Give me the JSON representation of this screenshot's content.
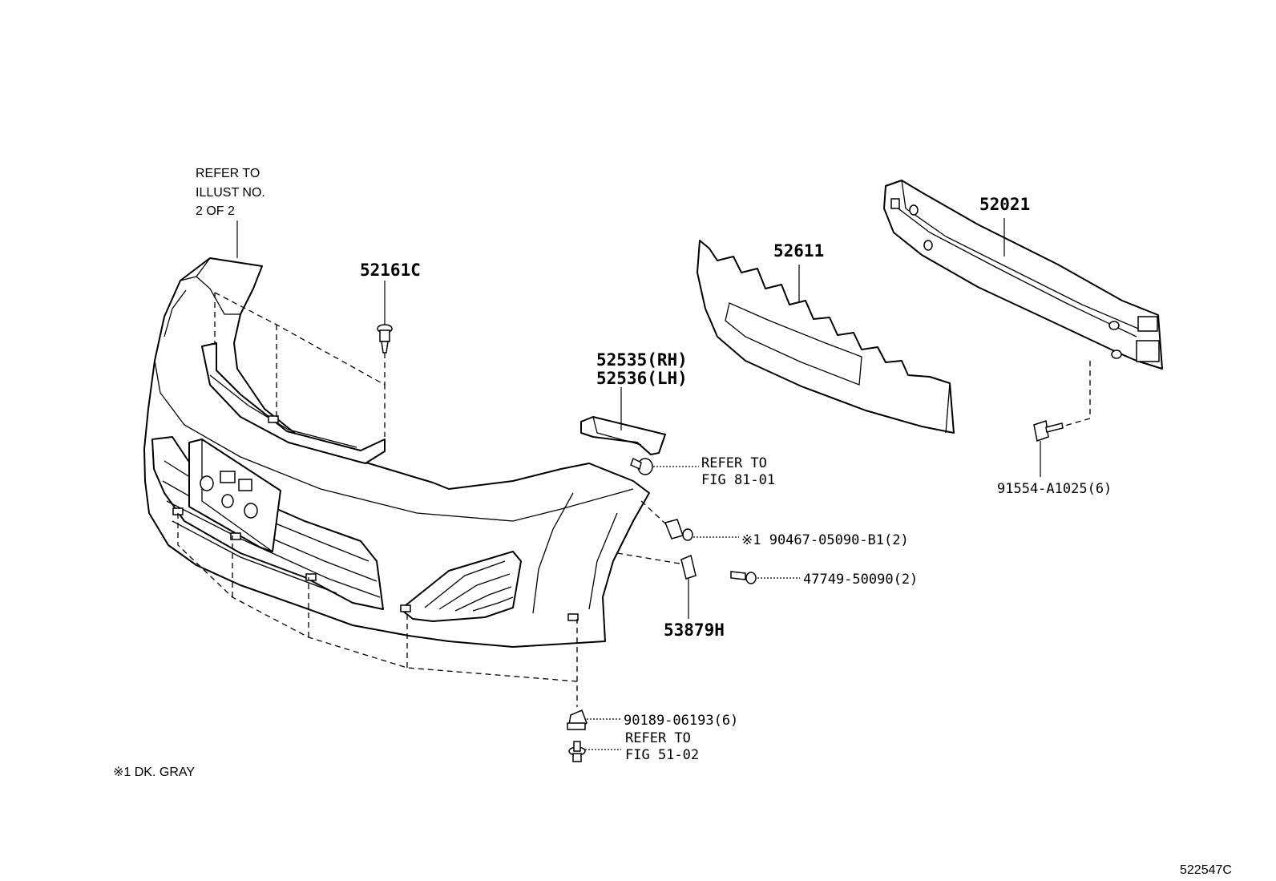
{
  "labels": {
    "refer_illust": [
      "REFER TO",
      "ILLUST NO.",
      "2 OF 2"
    ],
    "part_52161c": "52161C",
    "part_52611": "52611",
    "part_52021": "52021",
    "part_52535": "52535(RH)",
    "part_52536": "52536(LH)",
    "refer_fig_81": [
      "REFER TO",
      "FIG 81-01"
    ],
    "part_91554": "91554-A1025(6)",
    "part_90467": "※1 90467-05090-B1(2)",
    "part_47749": "47749-50090(2)",
    "part_53879h": "53879H",
    "part_90189": "90189-06193(6)",
    "refer_fig_51": [
      "REFER TO",
      "FIG 51-02"
    ],
    "footnote": "※1  DK. GRAY",
    "diagram_code": "522547C"
  },
  "colors": {
    "line": "#000000",
    "background": "#ffffff"
  }
}
